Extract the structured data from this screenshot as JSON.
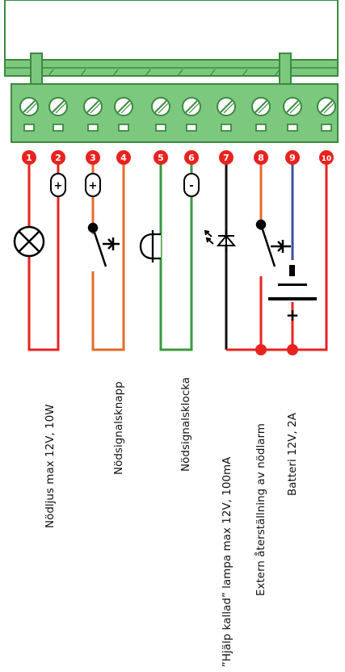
{
  "terminal_numbers": [
    "1",
    "2",
    "3",
    "4",
    "5",
    "6",
    "7",
    "8",
    "9",
    "10"
  ],
  "polarity_marks": {
    "pin2": "+",
    "pin3": "+",
    "pin6": "-",
    "battery_top": "-",
    "battery_bottom": "+"
  },
  "labels": [
    "Nödljus max 12V, 10W",
    "Nödsignalsknapp",
    "Nödsignalsklocka",
    "”Hjälp kallad” lampa max 12V, 100mA",
    "Extern återställning av nödlarm",
    "Batteri 12V, 2A"
  ],
  "colors": {
    "board_green": "#7cc87e",
    "board_dark": "#3b8a3e",
    "wire_red": "#e8231f",
    "wire_orange": "#e46a2a",
    "wire_green": "#3a9a3e",
    "wire_black": "#111111",
    "wire_blue": "#3c4fa0"
  },
  "icons": [
    "lamp-icon",
    "push-button-icon",
    "bell-icon",
    "led-icon",
    "reset-switch-icon",
    "battery-icon"
  ]
}
